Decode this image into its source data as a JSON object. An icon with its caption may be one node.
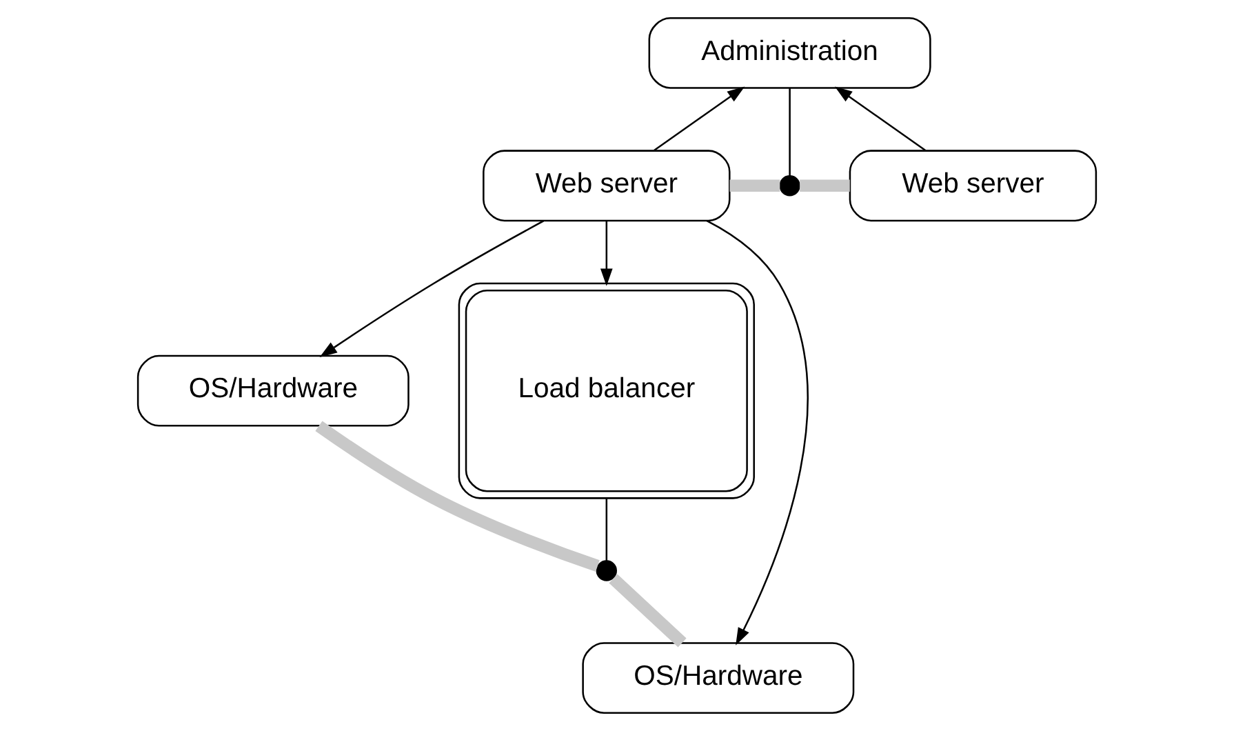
{
  "diagram": {
    "nodes": [
      {
        "text": [
          "Administration"
        ]
      },
      {
        "text": [
          "Web server"
        ]
      },
      {
        "text": [],
        "shape": "circle"
      },
      {
        "text": [
          "Web server"
        ]
      },
      {
        "text": [
          "OS/Hardware"
        ]
      },
      {
        "text": [
          "Load balancer"
        ]
      },
      {
        "text": [],
        "shape": "circle"
      },
      {
        "text": [
          "OS/Hardware"
        ]
      }
    ],
    "edges": [
      {
        "from": 1,
        "to": 0,
        "arrow": "to"
      },
      {
        "from": 3,
        "to": 0,
        "arrow": "to"
      },
      {
        "from": 1,
        "to": 2,
        "arrow": "none",
        "style": "thick",
        "color": "#c8c8c8"
      },
      {
        "from": 2,
        "to": 3,
        "arrow": "none",
        "style": "thick",
        "color": "#c8c8c8"
      },
      {
        "from": 0,
        "to": 2,
        "arrow": "none"
      },
      {
        "from": 1,
        "to": 5,
        "arrow": "to"
      },
      {
        "from": 1,
        "to": 4,
        "arrow": "to"
      },
      {
        "from": 1,
        "to": 7,
        "arrow": "to"
      },
      {
        "from": 4,
        "to": 6,
        "arrow": "none",
        "style": "thick",
        "color": "#c8c8c8"
      },
      {
        "from": 6,
        "to": 7,
        "arrow": "none",
        "style": "thick",
        "color": "#c8c8c8"
      },
      {
        "from": 5,
        "to": 6,
        "arrow": "none"
      }
    ]
  }
}
